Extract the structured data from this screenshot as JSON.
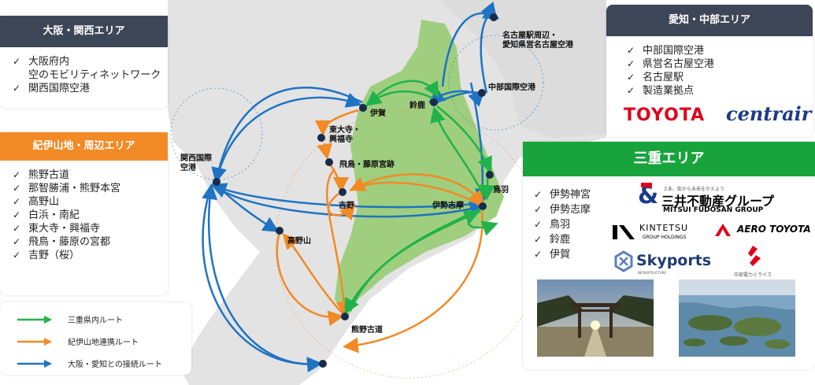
{
  "osaka_panel": {
    "title": "大阪・関西エリア",
    "items": [
      "大阪府内\n空のモビリティネットワーク",
      "関西国際空港"
    ]
  },
  "kii_panel": {
    "title": "紀伊山地・周辺エリア",
    "items": [
      "熊野古道",
      "那智勝浦・熊野本宮",
      "高野山",
      "白浜・南紀",
      "東大寺・興福寺",
      "飛鳥・藤原の宮都",
      "吉野（桜）"
    ]
  },
  "aichi_panel": {
    "title": "愛知・中部エリア",
    "items": [
      "中部国際空港",
      "県営名古屋空港",
      "名古屋駅",
      "製造業拠点"
    ],
    "logos": {
      "toyota": "TOYOTA",
      "centrair": "centrair"
    }
  },
  "mie_panel": {
    "title": "三重エリア",
    "items": [
      "伊勢神宮",
      "伊勢志摩",
      "鳥羽",
      "鈴鹿",
      "伊賀"
    ],
    "logos": {
      "mitsui_tagline": "さあ、街から未来をかえよう",
      "mitsui_name": "三井不動産グループ",
      "mitsui_en": "MITSUI FUDOSAN GROUP",
      "kintetsu_name": "KINTETSU",
      "kintetsu_sub": "GROUP HOLDINGS",
      "aero_toyota": "AERO TOYOTA",
      "skyports": "Skyports",
      "skyports_sub": "INFRASTRUCTURE",
      "chubu": "中部電力ミライズ"
    }
  },
  "legend": [
    {
      "label": "三重県内ルート",
      "color": "#21b24b"
    },
    {
      "label": "紀伊山地連携ルート",
      "color": "#f28a25"
    },
    {
      "label": "大阪・愛知との接続ルート",
      "color": "#1f73c2"
    }
  ],
  "colors": {
    "sea": "#ffffff",
    "land": "#e3e3e3",
    "mie": "#9fcf7e",
    "green": "#21b24b",
    "orange": "#f28a25",
    "blue": "#1f73c2",
    "node": "#1a2a4a"
  },
  "map_labels": {
    "nagoya": "名古屋駅周辺・\n愛知県営名古屋空港",
    "chubu_airport": "中部国際空港",
    "suzuka": "鈴鹿",
    "iga": "伊賀",
    "todaiji": "東大寺・\n興福寺",
    "asuka": "飛鳥・藤原宮跡",
    "yoshino": "吉野",
    "kansai": "関西国際\n空港",
    "koyasan": "高野山",
    "iseshima": "伊勢志摩",
    "toba": "鳥羽",
    "kumano": "熊野古道"
  }
}
